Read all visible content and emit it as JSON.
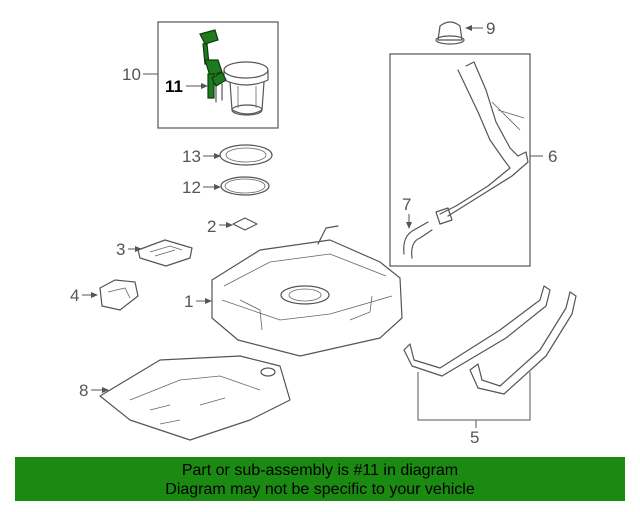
{
  "callouts": {
    "c1": "1",
    "c2": "2",
    "c3": "3",
    "c4": "4",
    "c5": "5",
    "c6": "6",
    "c7": "7",
    "c8": "8",
    "c9": "9",
    "c10": "10",
    "c11": "11",
    "c12": "12",
    "c13": "13"
  },
  "highlight": {
    "color": "#1e7a1e",
    "part": "11"
  },
  "banner": {
    "line1": "Part or sub-assembly is #11 in diagram",
    "line2": "Diagram may not be specific to your vehicle",
    "color": "#1b8a12"
  }
}
